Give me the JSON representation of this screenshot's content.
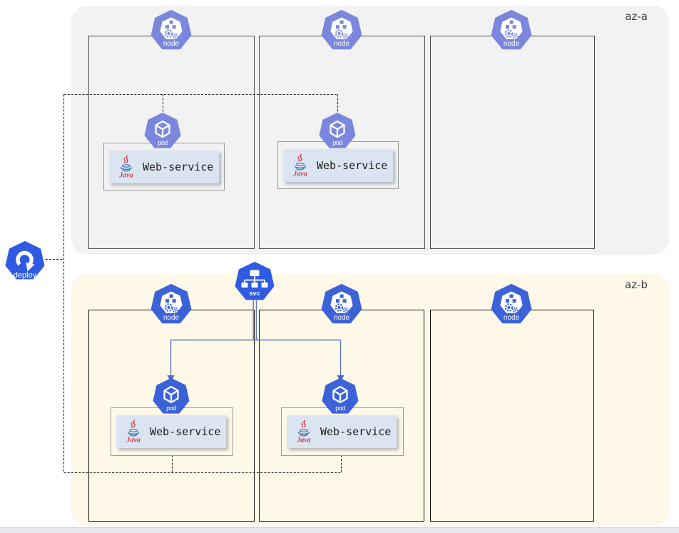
{
  "zones": {
    "az_a": {
      "label": "az-a",
      "bg_color": "#f2f2f2"
    },
    "az_b": {
      "label": "az-b",
      "bg_color": "#fdf8e8"
    }
  },
  "icons": {
    "node_label": "node",
    "pod_label": "pod",
    "svc_label": "svc",
    "deploy_label": "deploy"
  },
  "app": {
    "name": "Web-service",
    "runtime_label": "Java"
  },
  "colors": {
    "icon_blue_vivid": "#3c62d8",
    "icon_blue_deploy": "#2f5be2",
    "icon_blue_muted": "#7a87dc",
    "connector_blue": "#5b76c9",
    "dashed_black": "#222222",
    "app_card_bg": "#dbe5f1"
  }
}
